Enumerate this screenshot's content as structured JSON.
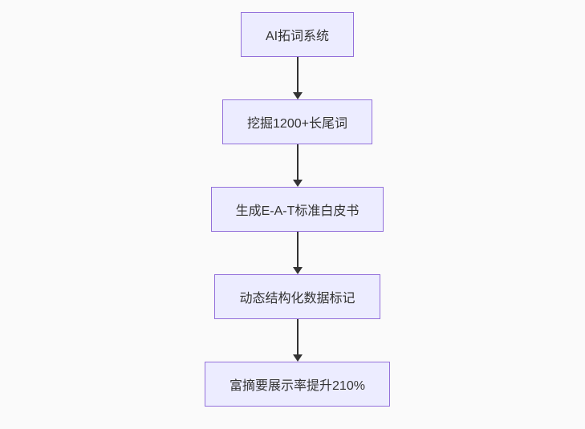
{
  "canvas": {
    "background_color": "#fafafa"
  },
  "chart_data": {
    "type": "table",
    "note": "vertical flowchart, five sequential steps"
  },
  "flowchart": {
    "direction": "top-down",
    "style": {
      "node_fill": "#ECECFF",
      "node_border": "#9370DB",
      "arrow_color": "#333333",
      "text_color": "#333333"
    },
    "nodes": [
      {
        "id": "step-1",
        "label": "AI拓词系统"
      },
      {
        "id": "step-2",
        "label": "挖掘1200+长尾词"
      },
      {
        "id": "step-3",
        "label": "生成E-A-T标准白皮书"
      },
      {
        "id": "step-4",
        "label": "动态结构化数据标记"
      },
      {
        "id": "step-5",
        "label": "富摘要展示率提升210%"
      }
    ],
    "edges": [
      {
        "from": "step-1",
        "to": "step-2"
      },
      {
        "from": "step-2",
        "to": "step-3"
      },
      {
        "from": "step-3",
        "to": "step-4"
      },
      {
        "from": "step-4",
        "to": "step-5"
      }
    ]
  }
}
